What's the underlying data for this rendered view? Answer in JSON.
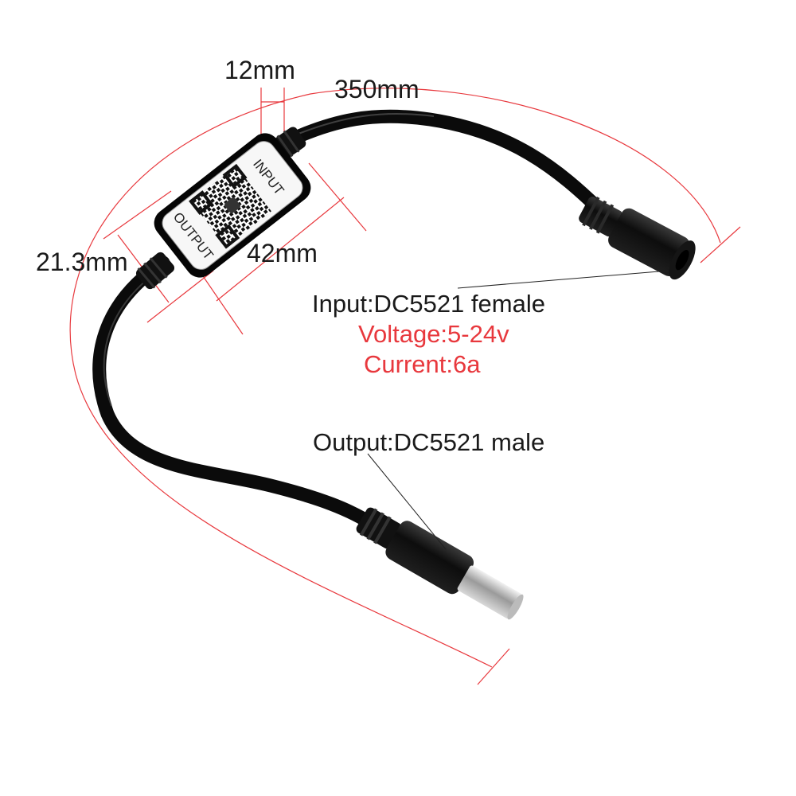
{
  "dimensions": {
    "module_gap": "12mm",
    "cable_length": "350mm",
    "module_width": "21.3mm",
    "module_length": "42mm"
  },
  "module": {
    "input_print": "INPUT",
    "output_print": "OUTPUT"
  },
  "specs": {
    "input": "Input:DC5521 female",
    "voltage": "Voltage:5-24v",
    "current": "Current:6a",
    "output": "Output:DC5521 male"
  },
  "colors": {
    "background": "#ffffff",
    "cable": "#0b0b0b",
    "dimension_line": "#e8383d",
    "spec_highlight": "#e8383d",
    "text": "#1a1a1a"
  }
}
